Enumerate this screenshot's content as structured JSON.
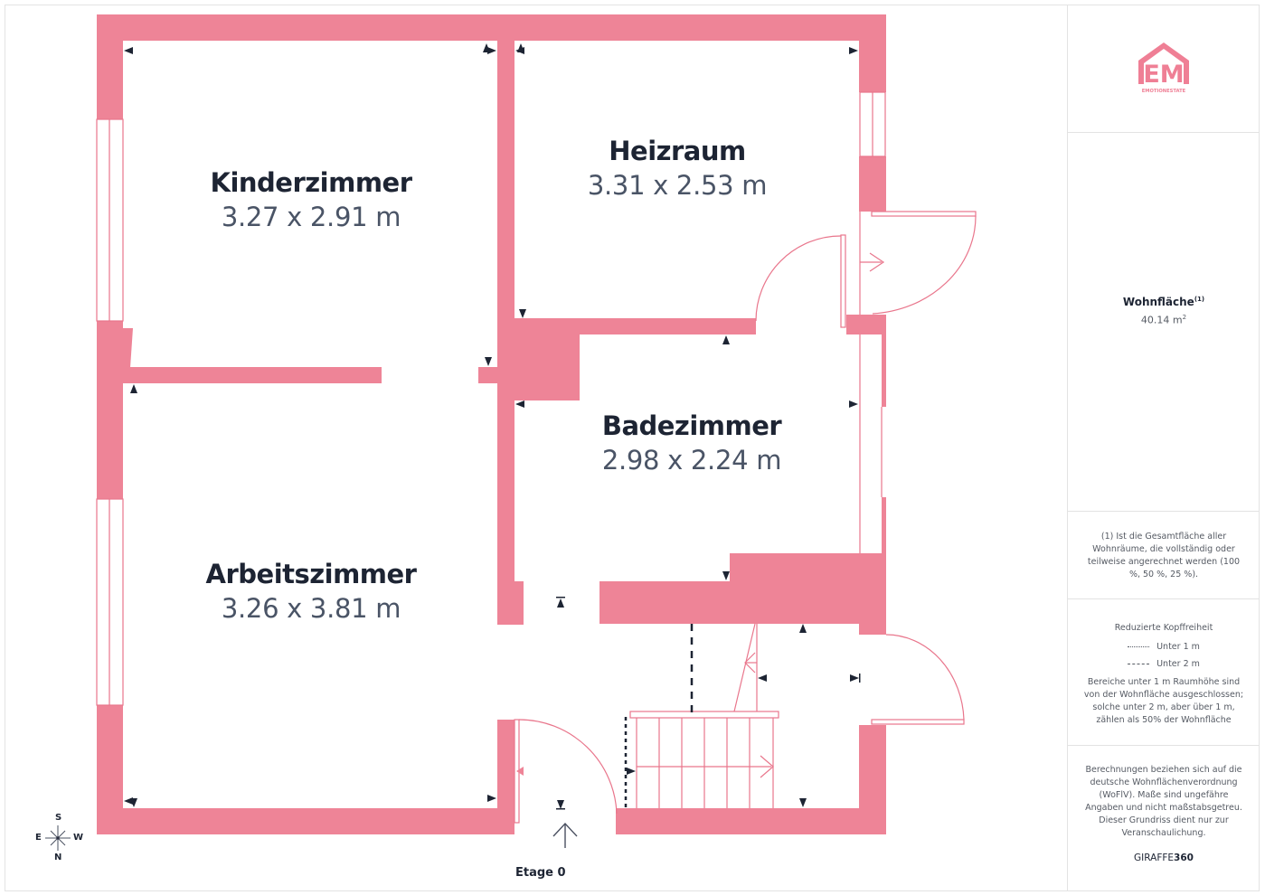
{
  "colors": {
    "wall": "#ee8497",
    "wall_line": "#e9768c",
    "marker": "#1d2433",
    "text_dark": "#1d2433",
    "text_muted": "#555a63",
    "border": "#e3e3e3",
    "brand": "#ef7f95"
  },
  "plan": {
    "floor_label": "Etage 0",
    "rooms": [
      {
        "name": "Kinderzimmer",
        "dimensions": "3.27 x 2.91 m"
      },
      {
        "name": "Heizraum",
        "dimensions": "3.31 x 2.53 m"
      },
      {
        "name": "Badezimmer",
        "dimensions": "2.98 x 2.24 m"
      },
      {
        "name": "Arbeitszimmer",
        "dimensions": "3.26 x 3.81 m"
      }
    ],
    "compass": {
      "top": "S",
      "left": "E",
      "right": "W",
      "bottom": "N"
    }
  },
  "sidebar": {
    "logo": {
      "letters": "EM",
      "brand_name": "EMOTIONESTATE",
      "icon": "house-logo-icon"
    },
    "area": {
      "label": "Wohnfläche",
      "footnote_ref": "(1)",
      "value": "40.14 m",
      "unit_sup": "2"
    },
    "footnote": "(1) Ist die Gesamtfläche aller Wohnräume, die vollständig oder teilweise angerechnet werden (100 %, 50 %, 25 %).",
    "legend": {
      "title": "Reduzierte Kopffreiheit",
      "items": [
        {
          "style": "dotted",
          "label": "Unter 1 m"
        },
        {
          "style": "dashed",
          "label": "Unter 2 m"
        }
      ],
      "description": "Bereiche unter 1 m Raumhöhe sind von der Wohnfläche ausgeschlossen; solche unter 2 m, aber über 1 m, zählen als 50% der Wohnfläche"
    },
    "disclaimer": "Berechnungen beziehen sich auf die deutsche Wohnflächenverordnung (WoFlV). Maße sind ungefähre Angaben und nicht maßstabsgetreu. Dieser Grundriss dient nur zur Veranschaulichung.",
    "brand": {
      "prefix": "GIRAFFE",
      "suffix": "360"
    }
  }
}
